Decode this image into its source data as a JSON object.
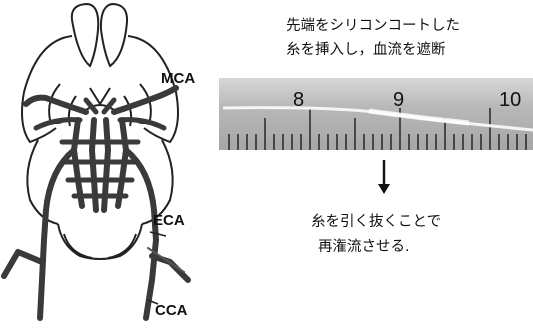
{
  "labels": {
    "mca": "MCA",
    "eca": "ECA",
    "cca": "CCA"
  },
  "caption_top": {
    "line1": "先端をシリコンコートした",
    "line2": "糸を挿入し，血流を遮断"
  },
  "caption_bottom": {
    "line1": "糸を引く抜くことで",
    "line2": "再潅流させる."
  },
  "ruler": {
    "numbers": [
      "8",
      "9",
      "10"
    ]
  },
  "arrow_icon": "down-arrow-icon",
  "colors": {
    "vessel": "#3a3a3a",
    "outline": "#222222",
    "ruler_bg": "#bdbdbd"
  }
}
